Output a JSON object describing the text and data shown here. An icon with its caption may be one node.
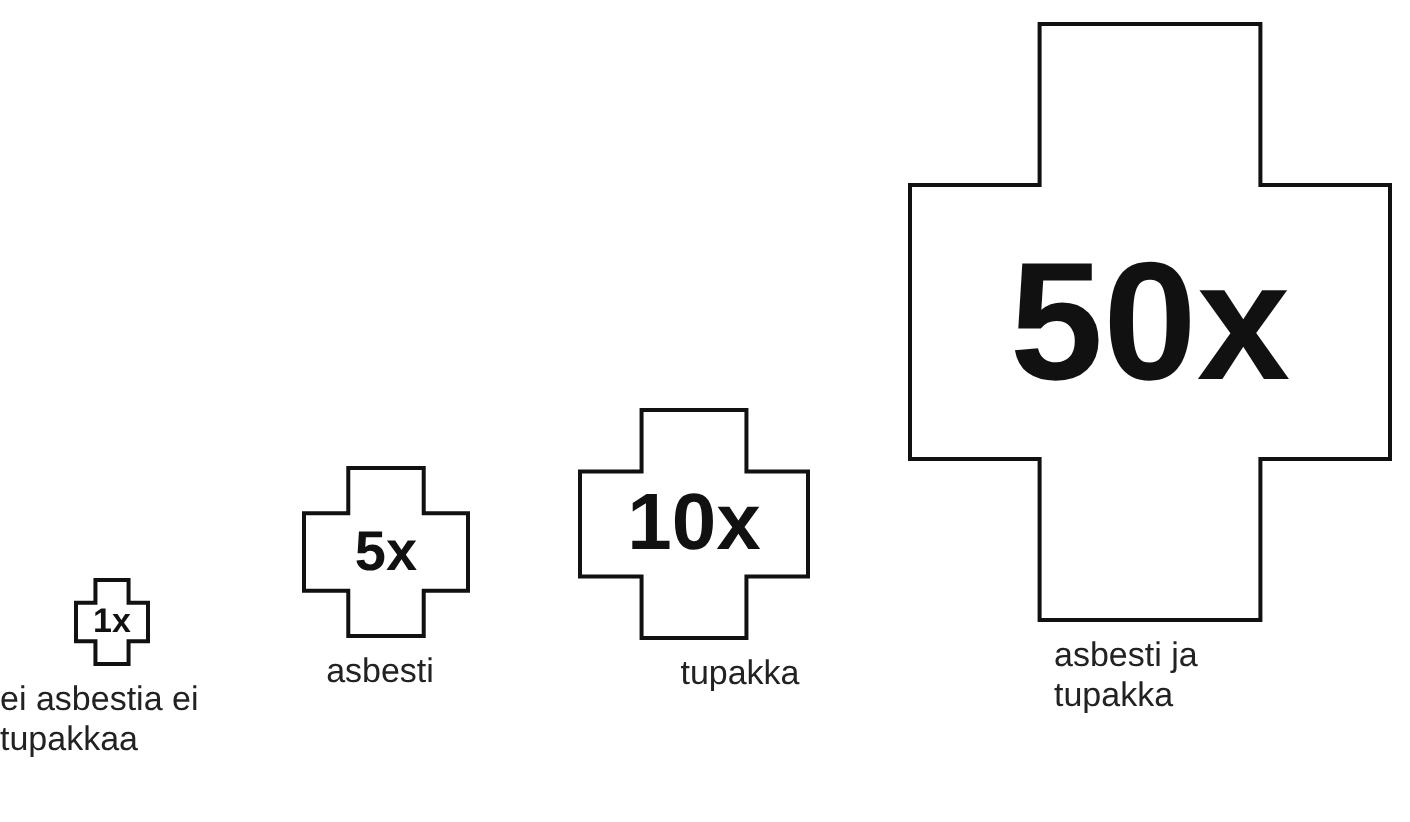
{
  "diagram": {
    "nodes": [
      {
        "text": [
          "1x"
        ],
        "beside": [
          "ei asbestia ei tupakkaa"
        ]
      },
      {
        "text": [
          "5x"
        ],
        "beside": [
          "asbesti"
        ]
      },
      {
        "text": [
          "10x"
        ],
        "beside": [
          "tupakka"
        ]
      },
      {
        "text": [
          "50x"
        ],
        "beside": [
          "asbesti ja tupakka"
        ]
      }
    ]
  }
}
